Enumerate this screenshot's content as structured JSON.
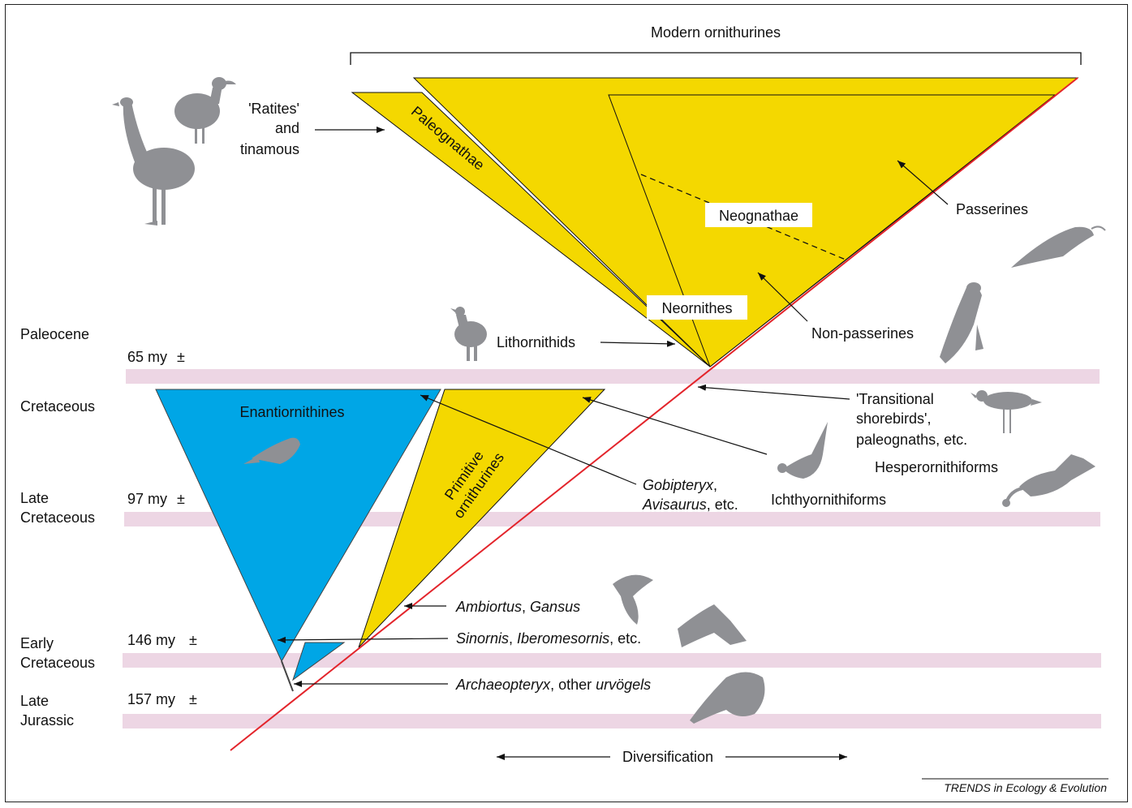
{
  "header": {
    "modern_ornithurines": "Modern ornithurines"
  },
  "periods": [
    {
      "name_line1": "Paleocene",
      "name_line2": "",
      "age": "65 my",
      "pm": "±"
    },
    {
      "name_line1": "Cretaceous",
      "name_line2": "",
      "age": "",
      "pm": ""
    },
    {
      "name_line1": "Late",
      "name_line2": "Cretaceous",
      "age": "97 my",
      "pm": "±"
    },
    {
      "name_line1": "Early",
      "name_line2": "Cretaceous",
      "age": "146 my",
      "pm": "±"
    },
    {
      "name_line1": "Late",
      "name_line2": "Jurassic",
      "age": "157 my",
      "pm": "±"
    }
  ],
  "clades": {
    "paleognathae": "Paleognathae",
    "neognathae": "Neognathae",
    "neornithes": "Neornithes",
    "enantiornithines": "Enantiornithines",
    "primitive_ornithurines_line1": "Primitive",
    "primitive_ornithurines_line2": "ornithurines"
  },
  "labels": {
    "ratites_line1": "'Ratites'",
    "ratites_line2": "and",
    "ratites_line3": "tinamous",
    "passerines": "Passerines",
    "non_passerines": "Non-passerines",
    "lithornithids": "Lithornithids",
    "transitional_line1": "'Transitional",
    "transitional_line2": "shorebirds',",
    "transitional_line3": "paleognaths, etc.",
    "hesperornithiforms": "Hesperornithiforms",
    "ichthyornithiforms": "Ichthyornithiforms",
    "gobipteryx_italic": "Gobipteryx",
    "gobipteryx_rest": ",",
    "avisaurus_italic": "Avisaurus",
    "avisaurus_rest": ", etc.",
    "ambiortus_italic": "Ambiortus",
    "ambiortus_sep": ", ",
    "gansus_italic": "Gansus",
    "sinornis_italic": "Sinornis",
    "sinornis_sep": ", ",
    "iberomesornis_italic": "Iberomesornis",
    "iberomesornis_rest": ", etc.",
    "archaeopteryx_italic": "Archaeopteryx",
    "archaeopteryx_sep": ", other ",
    "urvogels_italic": "urvögels",
    "diversification": "Diversification"
  },
  "source": "TRENDS in Ecology & Evolution",
  "colors": {
    "yellow_clade": "#f4d800",
    "blue_clade": "#00a6e6",
    "period_band": "#edd6e4",
    "red_line": "#e3242b",
    "silhouette": "#8f9094"
  }
}
